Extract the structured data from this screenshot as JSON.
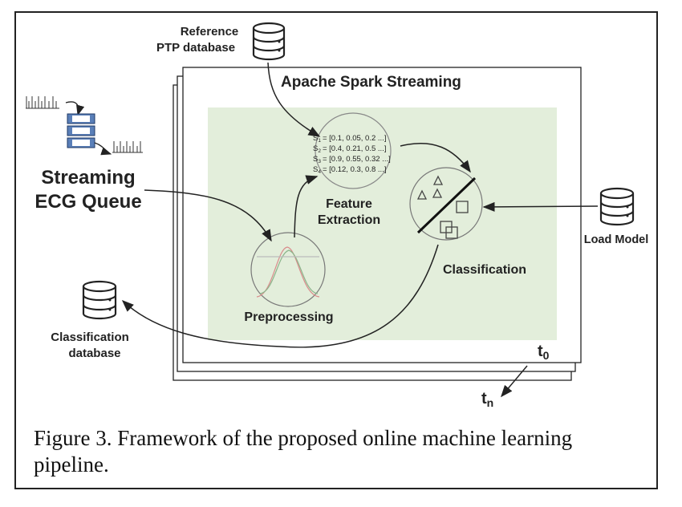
{
  "title": "Apache Spark Streaming",
  "reference_db": {
    "line1": "Reference",
    "line2": "PTP database"
  },
  "queue": {
    "line1": "Streaming",
    "line2": "ECG Queue"
  },
  "classification_db": {
    "line1": "Classification",
    "line2": "database"
  },
  "load_model": "Load Model",
  "stages": {
    "preprocessing": "Preprocessing",
    "feature_line1": "Feature",
    "feature_line2": "Extraction",
    "classification": "Classification"
  },
  "features": [
    {
      "label": "S",
      "sub": "1",
      "value": "= [0.1, 0.05, 0.2 ...]"
    },
    {
      "label": "S",
      "sub": "2",
      "value": "= [0.4, 0.21, 0.5 ...]"
    },
    {
      "label": "S",
      "sub": "3",
      "value": "= [0.9, 0.55, 0.32 ...]"
    },
    {
      "label": "S",
      "sub": "4",
      "value": "= [0.12, 0.3, 0.8 ...]"
    }
  ],
  "time_labels": {
    "t0": "t",
    "t0_sub": "0",
    "tn": "t",
    "tn_sub": "n"
  },
  "caption": "Figure 3. Framework of the proposed online machine learning pipeline.",
  "colors": {
    "panel": "#e3eedb",
    "stroke": "#222222"
  }
}
